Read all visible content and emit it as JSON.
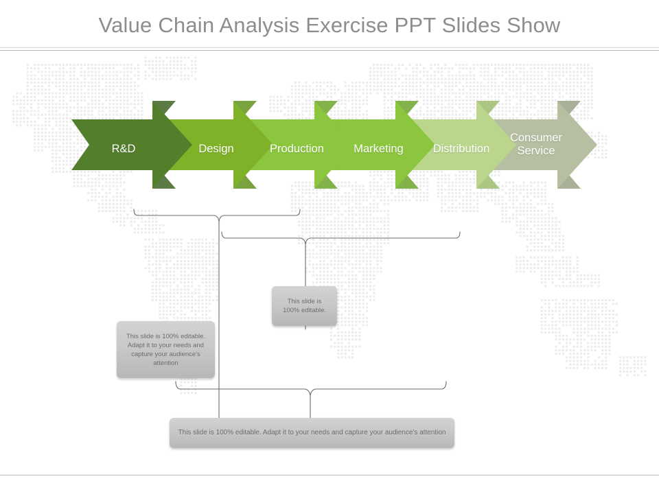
{
  "slide": {
    "title": "Value Chain Analysis Exercise PPT Slides Show",
    "title_color": "#8d8d8d",
    "background_color": "#ffffff",
    "map_dot_color": "#ececec"
  },
  "process": {
    "type": "chevron-process-flow",
    "steps": [
      {
        "label": "R&D",
        "color": "#537f2d",
        "shadow_color": "#3f6322"
      },
      {
        "label": "Design",
        "color": "#7fb228",
        "shadow_color": "#63921c"
      },
      {
        "label": "Production",
        "color": "#8cc63f",
        "shadow_color": "#6fa52b"
      },
      {
        "label": "Marketing",
        "color": "#8cc63f",
        "shadow_color": "#6fa52b"
      },
      {
        "label": "Distribution",
        "color": "#b9d68c",
        "shadow_color": "#9cbd6d"
      },
      {
        "label": "Consumer\nService",
        "color": "#b7bfa2",
        "shadow_color": "#9aa487"
      }
    ]
  },
  "callouts": {
    "left": {
      "text": "This slide is 100% editable. Adapt it to your needs and capture your audience's attention"
    },
    "middle": {
      "text": "This slide is 100% editable."
    },
    "bottom": {
      "text": "This slide is 100% editable.  Adapt it to your needs and capture your audience's attention"
    }
  },
  "connector_color": "#6b6b6b"
}
